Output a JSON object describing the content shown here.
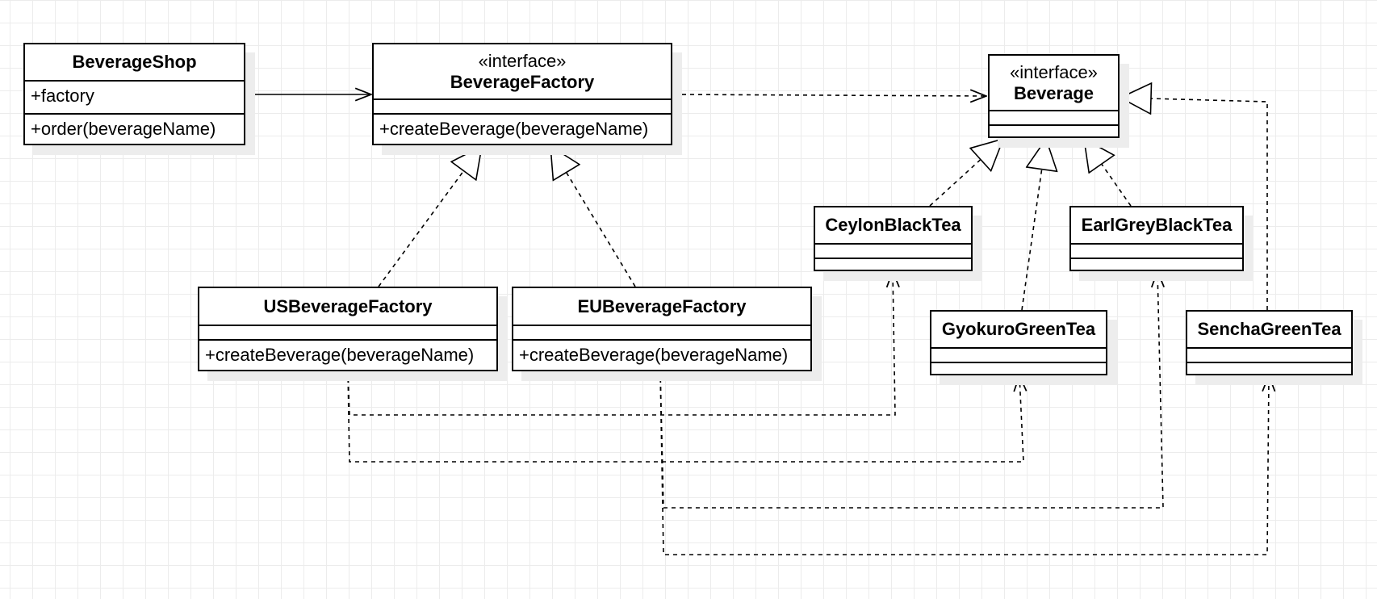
{
  "diagram": {
    "classes": {
      "beverage_shop": {
        "name": "BeverageShop",
        "attributes": [
          "+factory"
        ],
        "operations": [
          "+order(beverageName)"
        ]
      },
      "beverage_factory": {
        "stereotype": "«interface»",
        "name": "BeverageFactory",
        "attributes": [],
        "operations": [
          "+createBeverage(beverageName)"
        ]
      },
      "beverage": {
        "stereotype": "«interface»",
        "name": "Beverage",
        "attributes": [],
        "operations": []
      },
      "us_factory": {
        "name": "USBeverageFactory",
        "attributes": [],
        "operations": [
          "+createBeverage(beverageName)"
        ]
      },
      "eu_factory": {
        "name": "EUBeverageFactory",
        "attributes": [],
        "operations": [
          "+createBeverage(beverageName)"
        ]
      },
      "ceylon": {
        "name": "CeylonBlackTea",
        "attributes": [],
        "operations": []
      },
      "earlgrey": {
        "name": "EarlGreyBlackTea",
        "attributes": [],
        "operations": []
      },
      "gyokuro": {
        "name": "GyokuroGreenTea",
        "attributes": [],
        "operations": []
      },
      "sencha": {
        "name": "SenchaGreenTea",
        "attributes": [],
        "operations": []
      }
    },
    "relations": [
      {
        "type": "association",
        "from": "BeverageShop",
        "to": "BeverageFactory"
      },
      {
        "type": "dependency",
        "from": "BeverageFactory",
        "to": "Beverage"
      },
      {
        "type": "realization",
        "from": "USBeverageFactory",
        "to": "BeverageFactory"
      },
      {
        "type": "realization",
        "from": "EUBeverageFactory",
        "to": "BeverageFactory"
      },
      {
        "type": "realization",
        "from": "CeylonBlackTea",
        "to": "Beverage"
      },
      {
        "type": "realization",
        "from": "GyokuroGreenTea",
        "to": "Beverage"
      },
      {
        "type": "realization",
        "from": "EarlGreyBlackTea",
        "to": "Beverage"
      },
      {
        "type": "realization",
        "from": "SenchaGreenTea",
        "to": "Beverage"
      },
      {
        "type": "dependency",
        "from": "USBeverageFactory",
        "to": "CeylonBlackTea"
      },
      {
        "type": "dependency",
        "from": "USBeverageFactory",
        "to": "GyokuroGreenTea"
      },
      {
        "type": "dependency",
        "from": "EUBeverageFactory",
        "to": "EarlGreyBlackTea"
      },
      {
        "type": "dependency",
        "from": "EUBeverageFactory",
        "to": "SenchaGreenTea"
      }
    ]
  }
}
